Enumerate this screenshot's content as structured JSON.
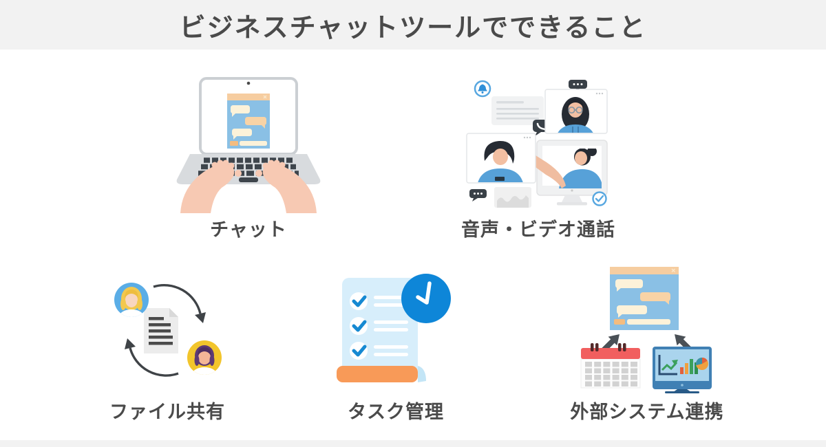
{
  "header": {
    "title": "ビジネスチャットツールでできること"
  },
  "features": [
    {
      "id": "chat",
      "label": "チャット"
    },
    {
      "id": "voice-video-call",
      "label": "音声・ビデオ通話"
    },
    {
      "id": "file-sharing",
      "label": "ファイル共有"
    },
    {
      "id": "task-management",
      "label": "タスク管理"
    },
    {
      "id": "external-system-integration",
      "label": "外部システム連携"
    }
  ],
  "icons": {
    "chat": [
      "laptop-icon",
      "chat-window-icon",
      "typing-hands-icon"
    ],
    "voice_video_call": [
      "bell-icon",
      "notification-card-icon",
      "phone-bubble-icon",
      "video-window-woman-icon",
      "video-window-man-icon",
      "ellipsis-bubble-icon",
      "chart-card-icon",
      "monitor-woman-icon",
      "check-circle-icon"
    ],
    "file_sharing": [
      "avatar-blue-icon",
      "avatar-yellow-icon",
      "document-icon",
      "cycle-arrows-icon"
    ],
    "task_management": [
      "checklist-scroll-icon",
      "clock-icon"
    ],
    "external_system_integration": [
      "chat-window-icon",
      "sync-arrows-icon",
      "calendar-icon",
      "analytics-monitor-icon"
    ]
  },
  "palette": {
    "band_bg": "#f2f2f2",
    "title_color": "#4a4a4a",
    "label_color": "#4a4a4a",
    "chat_window_blue": "#8ac0e5",
    "bubble_cream": "#fcf2d9",
    "bubble_peach": "#f8d3a6",
    "header_peach": "#f6cda0",
    "skin": "#f7c9b3",
    "laptop_gray": "#d8dbde",
    "key_dark": "#3e454c",
    "person_shirt_blue": "#57a1d8",
    "dark_bubble": "#394047",
    "accent_blue_ring": "#57a7e0",
    "avatar_blue": "#5aade6",
    "avatar_yellow": "#f2c52c",
    "hair_purple": "#5d3a74",
    "hair_blonde": "#f2c84e",
    "arrow_dark": "#3f4347",
    "task_paper_blue": "#d7eefb",
    "task_ribbon_orange": "#f89a58",
    "clock_blue": "#0e86d8",
    "check_blue": "#1689d2",
    "calendar_red": "#f15f5f",
    "monitor_steel_blue": "#4080b4",
    "screen_light_blue": "#aad4ed",
    "chart_green": "#3ba05c",
    "chart_orange": "#efa03f",
    "chart_red": "#e2613c",
    "pie_teal": "#3a93aa"
  }
}
